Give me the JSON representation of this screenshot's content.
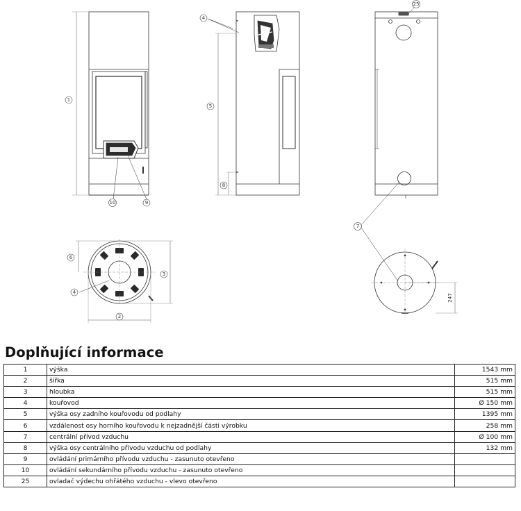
{
  "callouts": {
    "front": [
      "1",
      "10",
      "9"
    ],
    "side": [
      "4",
      "5",
      "8"
    ],
    "back": [
      "25",
      "7"
    ],
    "top": [
      "6",
      "3",
      "4",
      "2"
    ],
    "bottom_dim": "247"
  },
  "section_title": "Doplňující informace",
  "specs": [
    {
      "num": "1",
      "desc": "výška",
      "value": "1543 mm"
    },
    {
      "num": "2",
      "desc": "šířka",
      "value": "515 mm"
    },
    {
      "num": "3",
      "desc": "hloubka",
      "value": "515 mm"
    },
    {
      "num": "4",
      "desc": "kouřovod",
      "value": "Ø 150 mm"
    },
    {
      "num": "5",
      "desc": "výška osy zadního kouřovodu od podlahy",
      "value": "1395 mm"
    },
    {
      "num": "6",
      "desc": "vzdálenost osy horního kouřovodu k nejzadnější části výrobku",
      "value": "258 mm"
    },
    {
      "num": "7",
      "desc": "centrální přívod vzduchu",
      "value": "Ø 100 mm"
    },
    {
      "num": "8",
      "desc": "výška osy centrálního přívodu vzduchu od podlahy",
      "value": "132 mm"
    },
    {
      "num": "9",
      "desc": "ovládání primárního přívodu vzduchu - zasunuto otevřeno",
      "value": ""
    },
    {
      "num": "10",
      "desc": "ovládání sekundárního přívodu vzduchu - zasunuto otevřeno",
      "value": ""
    },
    {
      "num": "25",
      "desc": "ovladač výdechu ohřátého vzduchu - vlevo otevřeno",
      "value": ""
    }
  ]
}
